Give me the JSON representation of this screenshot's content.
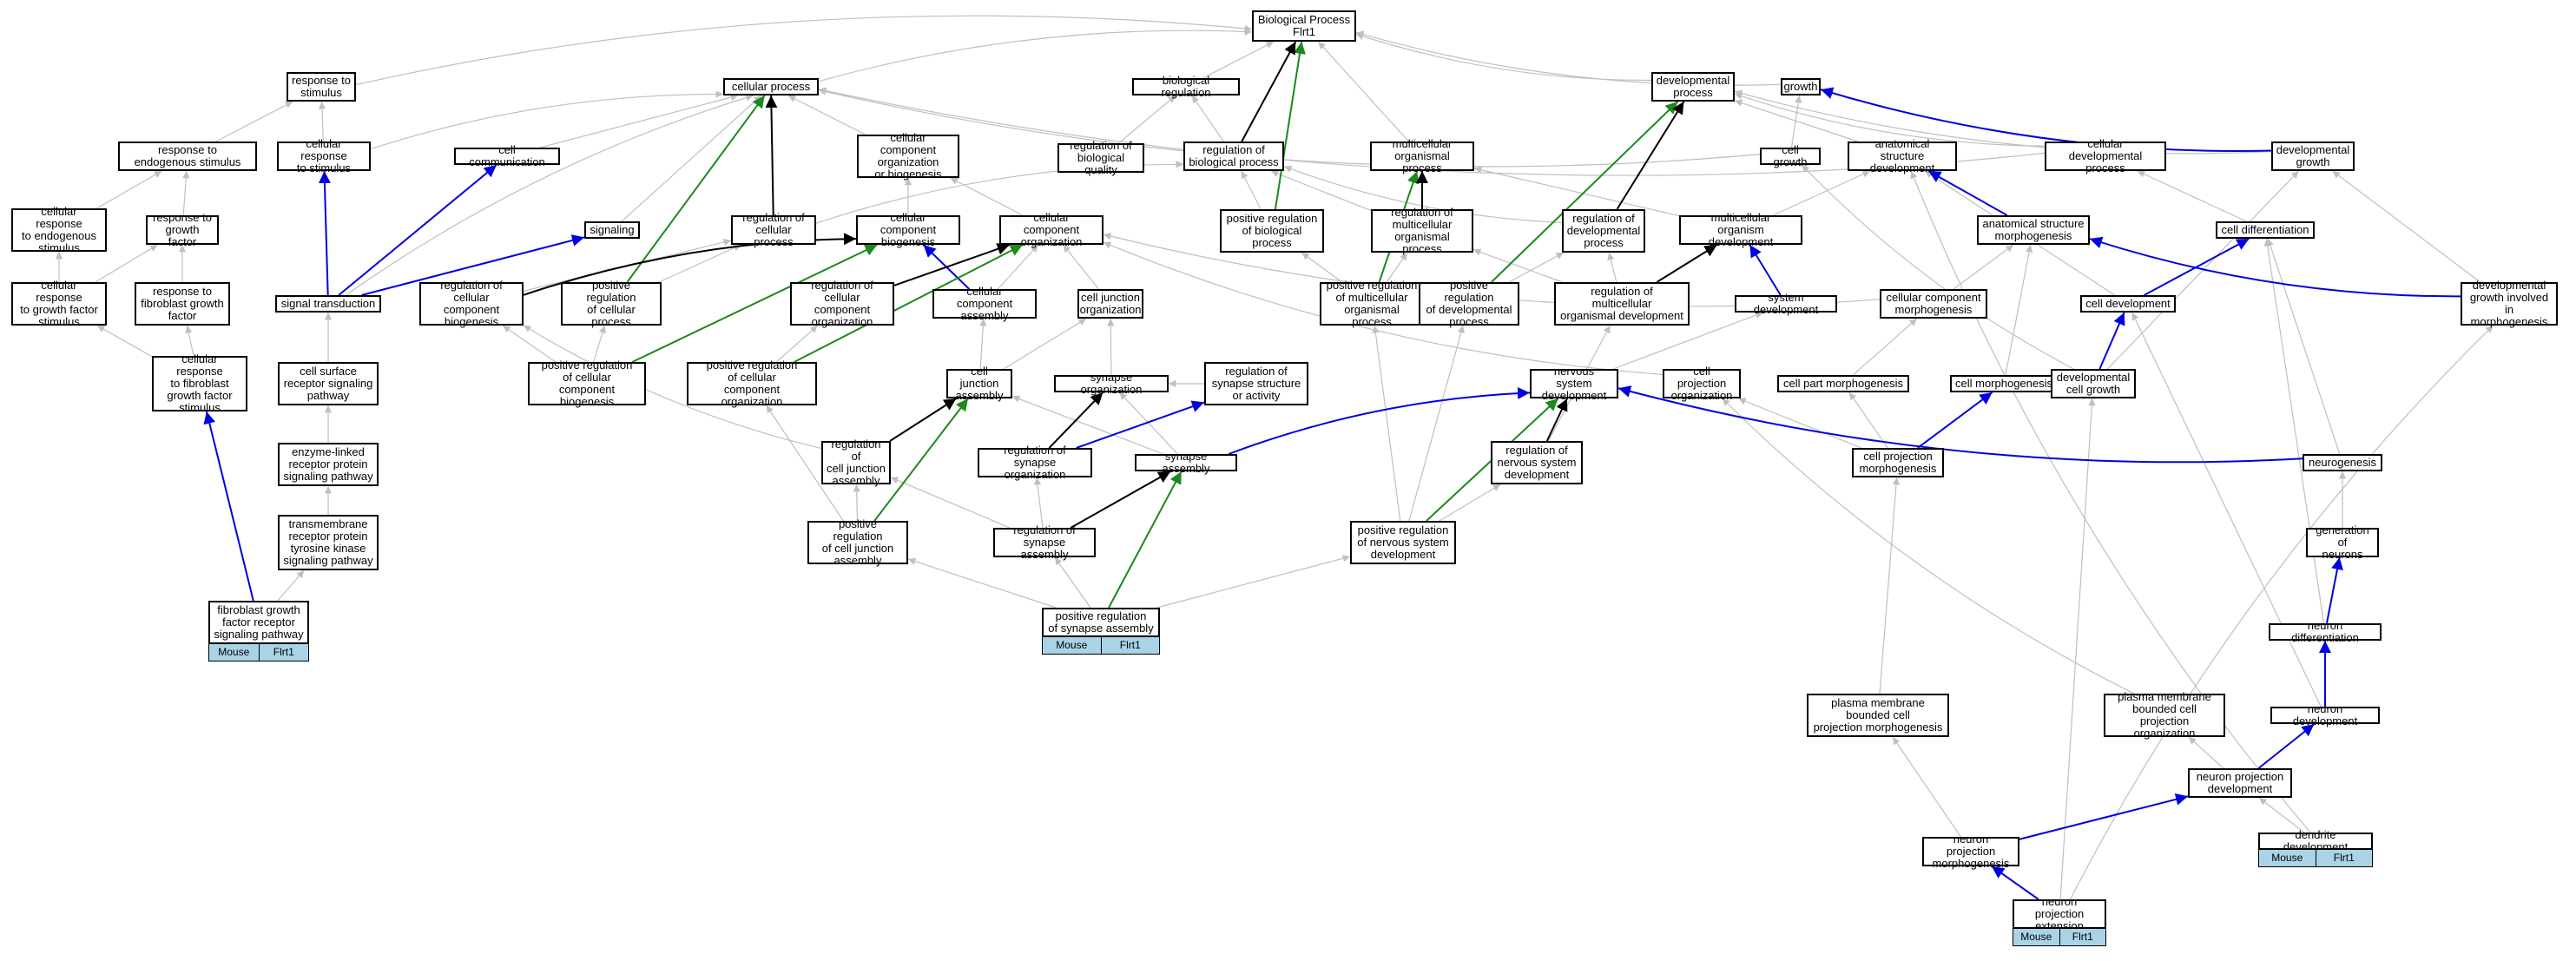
{
  "colors": {
    "default_edge": "#bfbfbf",
    "part_edge": "#000000",
    "positive_edge": "#1a8a1a",
    "path_edge": "#0000e0",
    "tag_fill": "#a9d3e6"
  },
  "nodes": {
    "bp": "Biological Process\nFlrt1",
    "resp_stim": "response to\nstimulus",
    "cell_proc": "cellular process",
    "bio_reg": "biological regulation",
    "dev_proc": "developmental\nprocess",
    "growth": "growth",
    "resp_endo": "response to\nendogenous stimulus",
    "cell_resp_stim": "cellular response\nto stimulus",
    "cell_comm": "cell communication",
    "ccob": "cellular component\norganization\nor biogenesis",
    "reg_bio_qual": "regulation of\nbiological quality",
    "reg_bio_proc": "regulation of\nbiological process",
    "multi_org_proc": "multicellular\norganismal process",
    "cell_growth": "cell growth",
    "anat_struct_dev": "anatomical structure\ndevelopment",
    "cell_dev_proc": "cellular developmental\nprocess",
    "dev_growth": "developmental\ngrowth",
    "cell_resp_endo": "cellular response\nto endogenous\nstimulus",
    "resp_gf": "response to\ngrowth factor",
    "signaling": "signaling",
    "reg_cell_proc": "regulation of\ncellular process",
    "cc_biogen": "cellular component\nbiogenesis",
    "cc_org": "cellular component\norganization",
    "pos_reg_bio_proc": "positive regulation\nof biological\nprocess",
    "reg_multi_org_proc": "regulation of\nmulticellular\norganismal process",
    "reg_dev_proc": "regulation of\ndevelopmental\nprocess",
    "multi_org_dev": "multicellular\norganism development",
    "anat_struct_morph": "anatomical structure\nmorphogenesis",
    "cell_diff": "cell differentiation",
    "cell_resp_gf": "cellular response\nto growth factor\nstimulus",
    "resp_fgf": "response to\nfibroblast growth\nfactor",
    "sig_trans": "signal transduction",
    "reg_cc_biogen": "regulation of\ncellular component\nbiogenesis",
    "pos_reg_cell_proc": "positive regulation\nof cellular\nprocess",
    "reg_cc_org": "regulation of\ncellular component\norganization",
    "cc_assembly": "cellular component\nassembly",
    "cj_org": "cell junction\norganization",
    "pos_reg_multi": "positive regulation\nof multicellular\norganismal process",
    "pos_reg_dev_proc": "positive regulation\nof developmental\nprocess",
    "reg_multi_dev": "regulation of\nmulticellular\norganismal development",
    "sys_dev": "system development",
    "cc_morph": "cellular component\nmorphogenesis",
    "cell_devt": "cell development",
    "dev_growth_morph": "developmental\ngrowth involved\nin morphogenesis",
    "cell_resp_fgf": "cellular response\nto fibroblast\ngrowth factor\nstimulus",
    "csr_sig": "cell surface\nreceptor signaling\npathway",
    "pos_reg_cc_biogen": "positive regulation\nof cellular\ncomponent biogenesis",
    "pos_reg_cc_org": "positive regulation\nof cellular\ncomponent organization",
    "cj_assembly": "cell junction\nassembly",
    "syn_org": "synapse organization",
    "reg_syn_struct": "regulation of\nsynapse structure\nor activity",
    "ns_dev": "nervous system\ndevelopment",
    "cell_proj_org": "cell projection\norganization",
    "cell_part_morph": "cell part morphogenesis",
    "cell_morph": "cell morphogenesis",
    "dev_cell_growth": "developmental\ncell growth",
    "enzyme_linked": "enzyme-linked\nreceptor protein\nsignaling pathway",
    "reg_cj_assembly": "regulation of\ncell junction\nassembly",
    "reg_syn_org": "regulation of\nsynapse organization",
    "syn_assembly": "synapse assembly",
    "reg_ns_dev": "regulation of\nnervous system\ndevelopment",
    "cell_proj_morph": "cell projection\nmorphogenesis",
    "neurogenesis": "neurogenesis",
    "rtk_sig": "transmembrane\nreceptor protein\ntyrosine kinase\nsignaling pathway",
    "pos_reg_cj_assembly": "positive regulation\nof cell junction\nassembly",
    "reg_syn_assembly": "regulation of\nsynapse assembly",
    "pos_reg_ns_dev": "positive regulation\nof nervous system\ndevelopment",
    "gen_neurons": "generation of\nneurons",
    "fgfr_sig": "fibroblast growth\nfactor receptor\nsignaling pathway",
    "pos_reg_syn_assembly": "positive regulation\nof synapse assembly",
    "neuron_diff": "neuron differentiation",
    "pm_proj_morph": "plasma membrane\nbounded cell\nprojection morphogenesis",
    "pm_proj_org": "plasma membrane\nbounded cell\nprojection organization",
    "neuron_dev": "neuron development",
    "neuron_proj_dev": "neuron projection\ndevelopment",
    "dendrite_dev": "dendrite development",
    "neuron_proj_morph": "neuron projection\nmorphogenesis",
    "neuron_proj_ext": "neuron projection\nextension"
  },
  "annotations": {
    "fgfr_sig": [
      "Mouse",
      "Flrt1"
    ],
    "pos_reg_syn_assembly": [
      "Mouse",
      "Flrt1"
    ],
    "dendrite_dev": [
      "Mouse",
      "Flrt1"
    ],
    "neuron_proj_ext": [
      "Mouse",
      "Flrt1"
    ]
  },
  "edges": [
    [
      "resp_stim",
      "bp",
      "g"
    ],
    [
      "cell_proc",
      "bp",
      "g"
    ],
    [
      "bio_reg",
      "bp",
      "g"
    ],
    [
      "dev_proc",
      "bp",
      "g"
    ],
    [
      "growth",
      "bp",
      "g"
    ],
    [
      "reg_bio_proc",
      "bp",
      "k"
    ],
    [
      "pos_reg_bio_proc",
      "bp",
      "G"
    ],
    [
      "multi_org_proc",
      "bp",
      "g"
    ],
    [
      "resp_endo",
      "resp_stim",
      "g"
    ],
    [
      "cell_resp_stim",
      "resp_stim",
      "g"
    ],
    [
      "cell_resp_stim",
      "cell_proc",
      "g"
    ],
    [
      "cell_comm",
      "cell_proc",
      "g"
    ],
    [
      "ccob",
      "cell_proc",
      "g"
    ],
    [
      "reg_cell_proc",
      "cell_proc",
      "k"
    ],
    [
      "pos_reg_cell_proc",
      "cell_proc",
      "G"
    ],
    [
      "cell_growth",
      "cell_proc",
      "g"
    ],
    [
      "cell_dev_proc",
      "cell_proc",
      "g"
    ],
    [
      "sig_trans",
      "cell_proc",
      "g"
    ],
    [
      "reg_bio_qual",
      "bio_reg",
      "g"
    ],
    [
      "reg_bio_proc",
      "bio_reg",
      "g"
    ],
    [
      "anat_struct_dev",
      "dev_proc",
      "g"
    ],
    [
      "cell_dev_proc",
      "dev_proc",
      "g"
    ],
    [
      "dev_growth",
      "growth",
      "b"
    ],
    [
      "reg_dev_proc",
      "dev_proc",
      "k"
    ],
    [
      "pos_reg_dev_proc",
      "dev_proc",
      "G"
    ],
    [
      "cell_growth",
      "growth",
      "g"
    ],
    [
      "dev_growth",
      "dev_proc",
      "g"
    ],
    [
      "cell_resp_endo",
      "resp_endo",
      "g"
    ],
    [
      "resp_gf",
      "resp_endo",
      "g"
    ],
    [
      "cell_resp_gf",
      "cell_resp_endo",
      "g"
    ],
    [
      "cell_resp_gf",
      "resp_gf",
      "g"
    ],
    [
      "resp_fgf",
      "resp_gf",
      "g"
    ],
    [
      "cell_resp_fgf",
      "cell_resp_gf",
      "g"
    ],
    [
      "cell_resp_fgf",
      "resp_fgf",
      "g"
    ],
    [
      "sig_trans",
      "cell_resp_stim",
      "b"
    ],
    [
      "sig_trans",
      "cell_comm",
      "b"
    ],
    [
      "sig_trans",
      "signaling",
      "b"
    ],
    [
      "signaling",
      "cell_proc",
      "g"
    ],
    [
      "reg_cell_proc",
      "reg_bio_proc",
      "g"
    ],
    [
      "pos_reg_bio_proc",
      "reg_bio_proc",
      "g"
    ],
    [
      "reg_multi_org_proc",
      "reg_bio_proc",
      "g"
    ],
    [
      "reg_multi_org_proc",
      "multi_org_proc",
      "k"
    ],
    [
      "pos_reg_multi",
      "multi_org_proc",
      "G"
    ],
    [
      "reg_dev_proc",
      "reg_bio_proc",
      "g"
    ],
    [
      "multi_org_dev",
      "multi_org_proc",
      "g"
    ],
    [
      "multi_org_dev",
      "anat_struct_dev",
      "g"
    ],
    [
      "anat_struct_morph",
      "anat_struct_dev",
      "b"
    ],
    [
      "cell_diff",
      "cell_dev_proc",
      "g"
    ],
    [
      "cc_biogen",
      "ccob",
      "g"
    ],
    [
      "cc_org",
      "ccob",
      "g"
    ],
    [
      "reg_cc_biogen",
      "cc_biogen",
      "k"
    ],
    [
      "reg_cc_biogen",
      "reg_cell_proc",
      "g"
    ],
    [
      "pos_reg_cell_proc",
      "reg_cell_proc",
      "g"
    ],
    [
      "reg_cc_org",
      "cc_org",
      "k"
    ],
    [
      "cc_assembly",
      "cc_biogen",
      "b"
    ],
    [
      "cc_assembly",
      "cc_org",
      "g"
    ],
    [
      "cj_org",
      "cc_org",
      "g"
    ],
    [
      "pos_reg_cc_biogen",
      "reg_cc_biogen",
      "g"
    ],
    [
      "pos_reg_cc_biogen",
      "pos_reg_cell_proc",
      "g"
    ],
    [
      "pos_reg_cc_biogen",
      "cc_biogen",
      "G"
    ],
    [
      "pos_reg_cc_org",
      "reg_cc_org",
      "g"
    ],
    [
      "pos_reg_cc_org",
      "cc_org",
      "G"
    ],
    [
      "pos_reg_multi",
      "reg_multi_org_proc",
      "g"
    ],
    [
      "pos_reg_multi",
      "pos_reg_bio_proc",
      "g"
    ],
    [
      "pos_reg_dev_proc",
      "reg_dev_proc",
      "g"
    ],
    [
      "reg_multi_dev",
      "reg_dev_proc",
      "g"
    ],
    [
      "reg_multi_dev",
      "reg_multi_org_proc",
      "g"
    ],
    [
      "reg_multi_dev",
      "multi_org_dev",
      "k"
    ],
    [
      "sys_dev",
      "multi_org_dev",
      "b"
    ],
    [
      "cc_morph",
      "cc_org",
      "g"
    ],
    [
      "cc_morph",
      "anat_struct_morph",
      "g"
    ],
    [
      "cell_devt",
      "cell_diff",
      "b"
    ],
    [
      "cell_devt",
      "anat_struct_dev",
      "g"
    ],
    [
      "dev_growth_morph",
      "anat_struct_morph",
      "b"
    ],
    [
      "dev_growth_morph",
      "dev_growth",
      "g"
    ],
    [
      "csr_sig",
      "sig_trans",
      "g"
    ],
    [
      "cj_assembly",
      "cj_org",
      "g"
    ],
    [
      "cj_assembly",
      "cc_assembly",
      "g"
    ],
    [
      "syn_org",
      "cj_org",
      "g"
    ],
    [
      "reg_syn_struct",
      "syn_org",
      "g"
    ],
    [
      "ns_dev",
      "sys_dev",
      "g"
    ],
    [
      "cell_proj_org",
      "cc_org",
      "g"
    ],
    [
      "cell_part_morph",
      "cc_morph",
      "g"
    ],
    [
      "cell_morph",
      "anat_struct_morph",
      "g"
    ],
    [
      "dev_cell_growth",
      "cell_growth",
      "g"
    ],
    [
      "dev_cell_growth",
      "cell_devt",
      "b"
    ],
    [
      "dev_cell_growth",
      "dev_growth",
      "g"
    ],
    [
      "enzyme_linked",
      "csr_sig",
      "g"
    ],
    [
      "reg_cj_assembly",
      "cj_assembly",
      "k"
    ],
    [
      "reg_cj_assembly",
      "reg_cc_biogen",
      "g"
    ],
    [
      "reg_syn_org",
      "syn_org",
      "k"
    ],
    [
      "reg_syn_org",
      "reg_syn_struct",
      "b"
    ],
    [
      "syn_assembly",
      "cj_assembly",
      "g"
    ],
    [
      "syn_assembly",
      "syn_org",
      "g"
    ],
    [
      "syn_assembly",
      "ns_dev",
      "b"
    ],
    [
      "reg_ns_dev",
      "ns_dev",
      "k"
    ],
    [
      "reg_ns_dev",
      "reg_multi_dev",
      "g"
    ],
    [
      "cell_proj_morph",
      "cell_morph",
      "b"
    ],
    [
      "cell_proj_morph",
      "cell_proj_org",
      "g"
    ],
    [
      "cell_proj_morph",
      "cell_part_morph",
      "g"
    ],
    [
      "neurogenesis",
      "ns_dev",
      "b"
    ],
    [
      "neurogenesis",
      "cell_diff",
      "g"
    ],
    [
      "rtk_sig",
      "enzyme_linked",
      "g"
    ],
    [
      "pos_reg_cj_assembly",
      "reg_cj_assembly",
      "g"
    ],
    [
      "pos_reg_cj_assembly",
      "cj_assembly",
      "G"
    ],
    [
      "pos_reg_cj_assembly",
      "pos_reg_cc_org",
      "g"
    ],
    [
      "reg_syn_assembly",
      "syn_assembly",
      "k"
    ],
    [
      "reg_syn_assembly",
      "reg_syn_org",
      "g"
    ],
    [
      "reg_syn_assembly",
      "reg_cj_assembly",
      "g"
    ],
    [
      "pos_reg_ns_dev",
      "ns_dev",
      "G"
    ],
    [
      "pos_reg_ns_dev",
      "reg_ns_dev",
      "g"
    ],
    [
      "pos_reg_ns_dev",
      "pos_reg_multi",
      "g"
    ],
    [
      "pos_reg_ns_dev",
      "pos_reg_dev_proc",
      "g"
    ],
    [
      "gen_neurons",
      "neurogenesis",
      "g"
    ],
    [
      "fgfr_sig",
      "rtk_sig",
      "g"
    ],
    [
      "fgfr_sig",
      "cell_resp_fgf",
      "b"
    ],
    [
      "pos_reg_syn_assembly",
      "syn_assembly",
      "G"
    ],
    [
      "pos_reg_syn_assembly",
      "reg_syn_assembly",
      "g"
    ],
    [
      "pos_reg_syn_assembly",
      "pos_reg_cj_assembly",
      "g"
    ],
    [
      "pos_reg_syn_assembly",
      "pos_reg_ns_dev",
      "g"
    ],
    [
      "neuron_diff",
      "gen_neurons",
      "b"
    ],
    [
      "neuron_diff",
      "cell_diff",
      "g"
    ],
    [
      "pm_proj_morph",
      "cell_proj_morph",
      "g"
    ],
    [
      "pm_proj_org",
      "cell_proj_org",
      "g"
    ],
    [
      "neuron_dev",
      "neuron_diff",
      "b"
    ],
    [
      "neuron_dev",
      "cell_devt",
      "g"
    ],
    [
      "neuron_proj_dev",
      "neuron_dev",
      "b"
    ],
    [
      "neuron_proj_dev",
      "pm_proj_org",
      "g"
    ],
    [
      "dendrite_dev",
      "neuron_proj_dev",
      "g"
    ],
    [
      "dendrite_dev",
      "anat_struct_dev",
      "g"
    ],
    [
      "neuron_proj_morph",
      "neuron_proj_dev",
      "b"
    ],
    [
      "neuron_proj_morph",
      "pm_proj_morph",
      "g"
    ],
    [
      "neuron_proj_ext",
      "neuron_proj_morph",
      "b"
    ],
    [
      "neuron_proj_ext",
      "dev_cell_growth",
      "g"
    ],
    [
      "neuron_proj_ext",
      "dev_growth_morph",
      "g"
    ]
  ]
}
